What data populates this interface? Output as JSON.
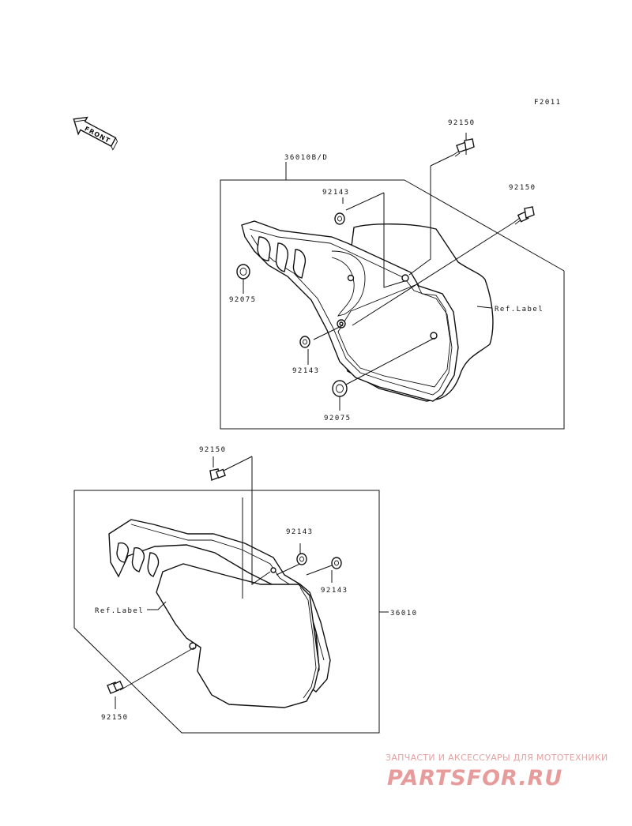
{
  "diagram_code": "F2011",
  "front_label": "FRONT",
  "upper_group": {
    "assembly_label": "36010B/D",
    "parts": {
      "screw_top": "92150",
      "screw_right": "92150",
      "grommet_top": "92143",
      "grommet_mid": "92143",
      "bushing_left": "92075",
      "bushing_bottom": "92075"
    },
    "ref_label": "Ref.Label"
  },
  "lower_group": {
    "assembly_label": "36010",
    "parts": {
      "screw_top": "92150",
      "grommet_a": "92143",
      "grommet_b": "92143",
      "screw_bottom": "92150"
    },
    "ref_label": "Ref.Label"
  },
  "watermark": {
    "tagline": "ЗАПЧАСТИ И АКСЕССУАРЫ ДЛЯ МОТОТЕХНИКИ",
    "site": "PARTSFOR.RU",
    "color": "#e89b9b"
  }
}
